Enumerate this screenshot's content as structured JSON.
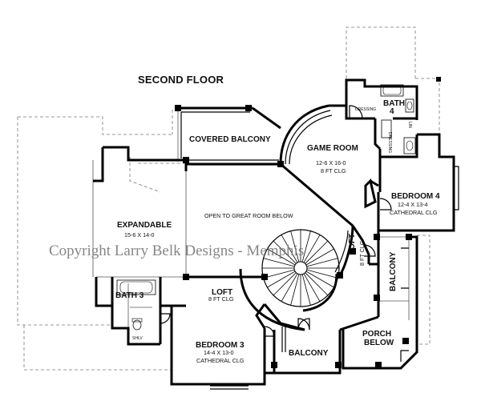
{
  "plan": {
    "title": "SECOND FLOOR",
    "watermark": "Copyright Larry Belk Designs - Memphis",
    "rooms": {
      "covered_balcony": {
        "name": "COVERED BALCONY"
      },
      "game_room": {
        "name": "GAME ROOM",
        "dims": "12-6 X 16-0",
        "ceiling": "8 FT CLG"
      },
      "bath4": {
        "name_line1": "BATH",
        "name_line2": "4"
      },
      "dressing_top": {
        "name": "DRESSING"
      },
      "dressing_side": {
        "name": "DRESSING"
      },
      "linen": {
        "name": "LIN"
      },
      "bedroom4": {
        "name": "BEDROOM 4",
        "dims": "12-4 X 13-4",
        "ceiling": "CATHEDRAL CLG"
      },
      "open_area": {
        "name": "OPEN TO GREAT ROOM BELOW"
      },
      "expandable": {
        "name": "EXPANDABLE",
        "dims": "15-6 X 14-0"
      },
      "loft_right": {
        "name": "LOFT",
        "ceiling": "8 FT CLG"
      },
      "balcony_right": {
        "name": "BALCONY"
      },
      "bath3": {
        "name": "BATH 3"
      },
      "shelf": {
        "name": "SHLV"
      },
      "loft_center": {
        "name": "LOFT",
        "ceiling": "8 FT CLG"
      },
      "porch": {
        "name_line1": "PORCH",
        "name_line2": "BELOW"
      },
      "bedroom3": {
        "name": "BEDROOM 3",
        "dims": "14-4 X 13-0",
        "ceiling": "CATHEDRAL CLG"
      },
      "balcony_bottom": {
        "name": "BALCONY"
      }
    }
  }
}
